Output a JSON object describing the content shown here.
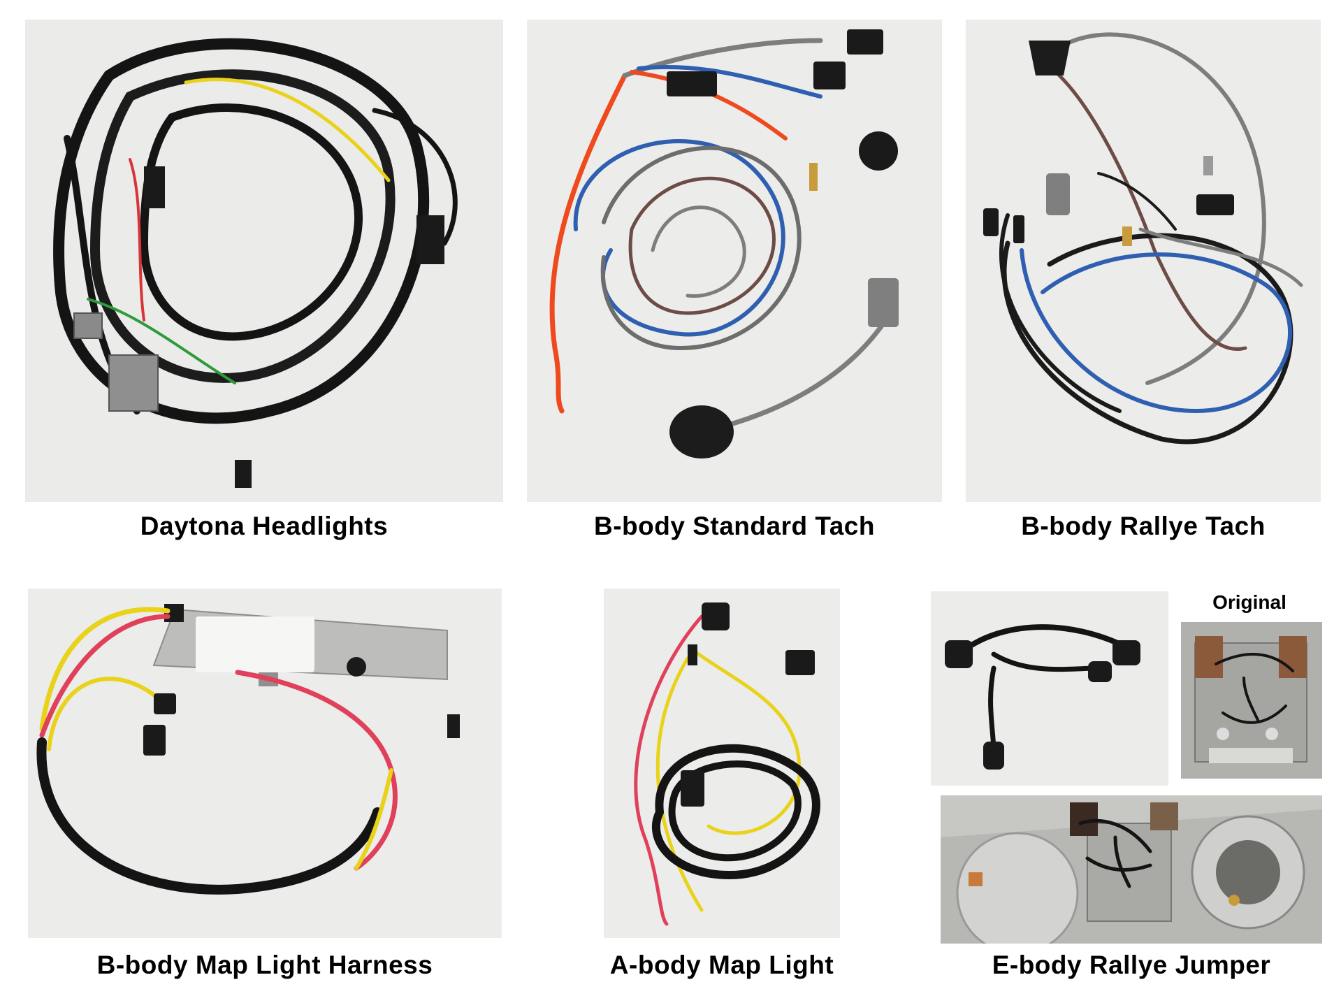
{
  "panels": {
    "daytona_headlights": {
      "caption": "Daytona Headlights"
    },
    "b_body_standard_tach": {
      "caption": "B-body Standard Tach"
    },
    "b_body_rallye_tach": {
      "caption": "B-body Rallye Tach"
    },
    "b_body_map_light_harness": {
      "caption": "B-body Map Light Harness"
    },
    "a_body_map_light": {
      "caption": "A-body Map Light"
    },
    "e_body_rallye_jumper": {
      "caption": "E-body Rallye Jumper",
      "original_label": "Original"
    }
  },
  "colors": {
    "background": "#ffffff",
    "photo_bg": "#ececea",
    "wire_black": "#141414",
    "wire_yellow": "#e9d21a",
    "wire_red": "#e0405a",
    "wire_orange": "#ee4a1e",
    "wire_blue": "#2f5fb0",
    "wire_gray": "#7d7d7d",
    "wire_brown": "#6d4b46",
    "connector_gray": "#8a8a8a",
    "metal": "#b9bab7"
  }
}
